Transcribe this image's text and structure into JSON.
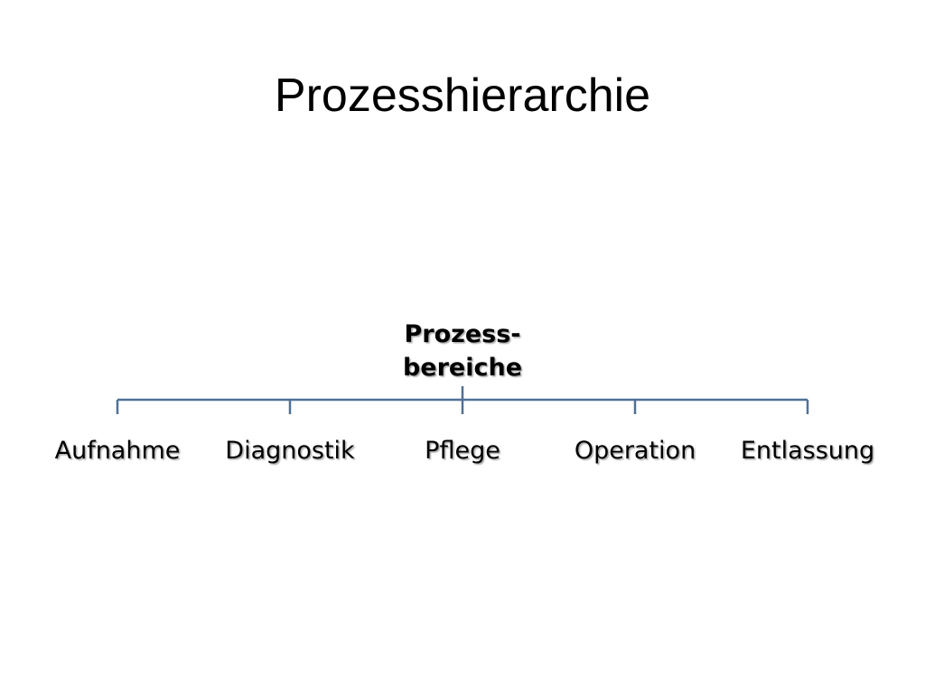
{
  "slide": {
    "title": "Prozesshierarchie"
  },
  "diagram": {
    "root": {
      "line1": "Prozess-",
      "line2": "bereiche"
    },
    "children": [
      {
        "label": "Aufnahme"
      },
      {
        "label": "Diagnostik"
      },
      {
        "label": "Pflege"
      },
      {
        "label": "Operation"
      },
      {
        "label": "Entlassung"
      }
    ],
    "connector_color": "#4f7197"
  }
}
